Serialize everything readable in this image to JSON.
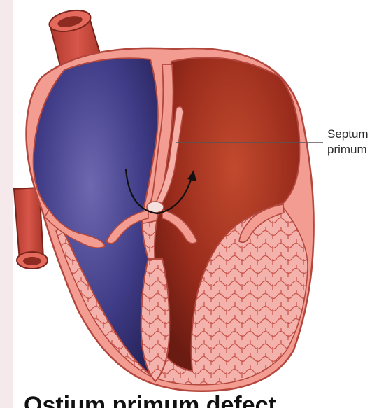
{
  "annotation": {
    "line1": "Septum",
    "line2": "primum"
  },
  "caption": {
    "text": "Ostium primum defect"
  }
}
